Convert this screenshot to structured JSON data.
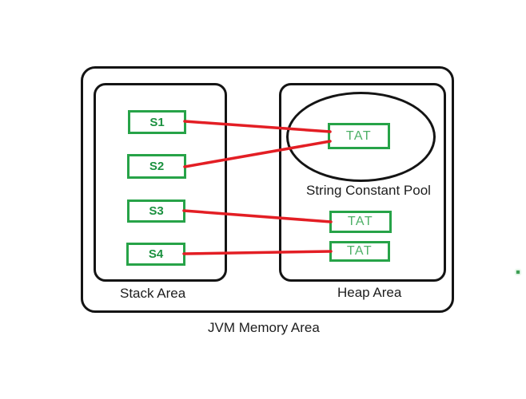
{
  "diagram": {
    "title_label": "JVM Memory Area",
    "regions": {
      "stack": {
        "label": "Stack Area"
      },
      "heap": {
        "label": "Heap Area"
      },
      "pool": {
        "label": "String Constant Pool"
      }
    },
    "stack_boxes": [
      {
        "label": "S1"
      },
      {
        "label": "S2"
      },
      {
        "label": "S3"
      },
      {
        "label": "S4"
      }
    ],
    "heap_boxes": [
      {
        "label": "TAT",
        "location": "string-constant-pool"
      },
      {
        "label": "TAT",
        "location": "heap"
      },
      {
        "label": "TAT",
        "location": "heap"
      }
    ],
    "connections": [
      {
        "from": "S1",
        "to": "TAT (string constant pool)"
      },
      {
        "from": "S2",
        "to": "TAT (string constant pool)"
      },
      {
        "from": "S3",
        "to": "TAT (heap 1)"
      },
      {
        "from": "S4",
        "to": "TAT (heap 2)"
      }
    ],
    "colors": {
      "box_border_green": "#27a348",
      "s_label_green": "#1c9140",
      "tat_label_green": "#4db066",
      "connector_red": "#e31e24",
      "outline_black": "#141414",
      "stray_dot_green": "#3f9e55"
    }
  }
}
